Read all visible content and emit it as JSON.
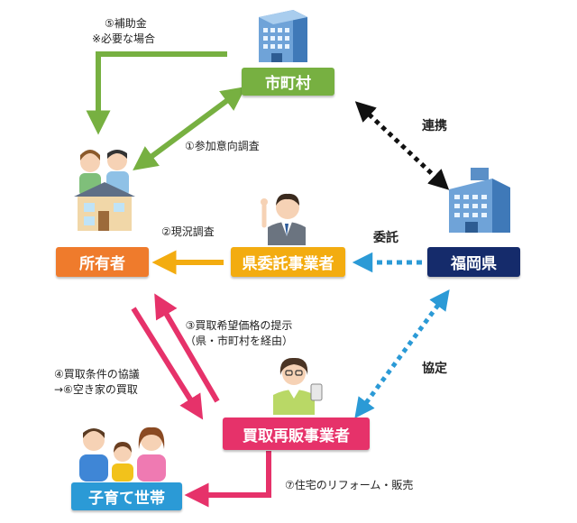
{
  "nodes": {
    "municipality": "市町村",
    "owner": "所有者",
    "contractor": "県委託事業者",
    "fukuoka": "福岡県",
    "reseller": "買取再販事業者",
    "family": "子育て世帯"
  },
  "labels": {
    "subsidy_1": "⑤補助金",
    "subsidy_2": "※必要な場合",
    "survey": "①参加意向調査",
    "status_survey": "②現況調査",
    "cooperation": "連携",
    "commission": "委託",
    "price_1": "③買取希望価格の提示",
    "price_2": "（県・市町村を経由）",
    "agreement": "協定",
    "negotiation_1": "④買取条件の協議",
    "negotiation_2": "→⑥空き家の買取",
    "reform_sale": "⑦住宅のリフォーム・販売"
  },
  "colors": {
    "green": "#77b041",
    "orange": "#ef7b2c",
    "yellow": "#f3ac10",
    "navy": "#152b6b",
    "pink": "#e6326a",
    "blue": "#2b9ad6"
  }
}
